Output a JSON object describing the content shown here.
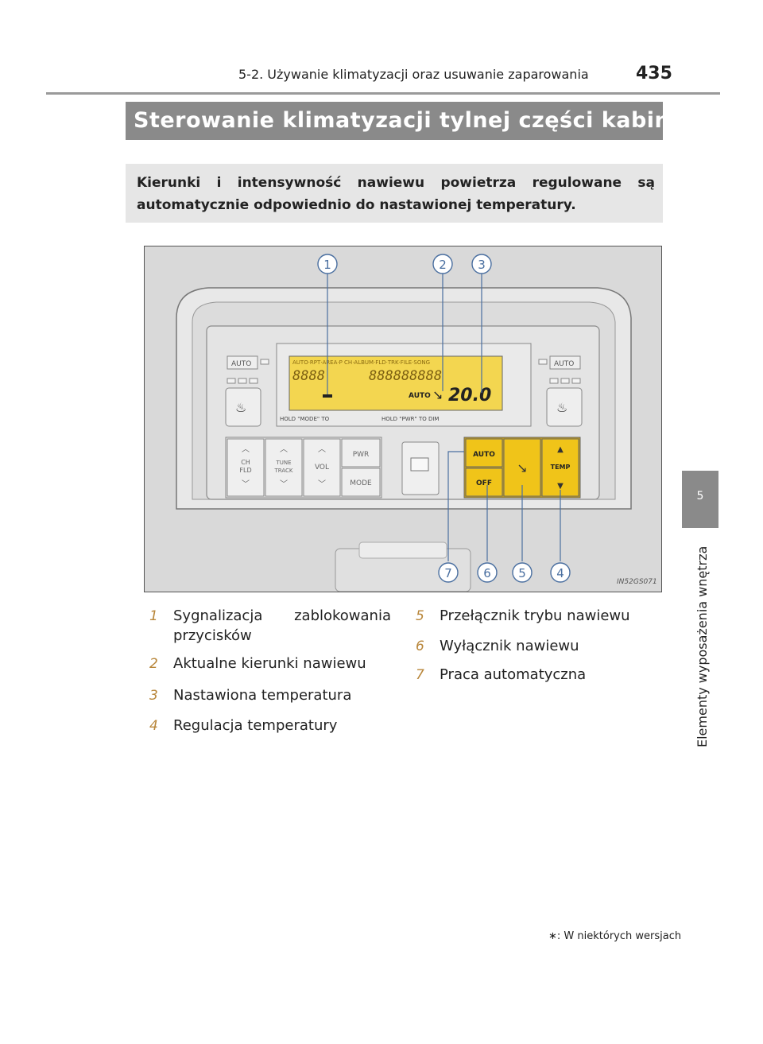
{
  "header": {
    "section": "5-2. Używanie klimatyzacji oraz usuwanie zaparowania",
    "page_number": "435"
  },
  "title": {
    "text": "Sterowanie klimatyzacji tylnej części kabiny",
    "marker": "∗"
  },
  "intro": "Kierunki i intensywność nawiewu powietrza regulowane są automatycznie odpowiednio do nastawionej temperatury.",
  "side_tab": {
    "number": "5",
    "label": "Elementy wyposażenia wnętrza"
  },
  "figure": {
    "id": "IN52GS071",
    "display": {
      "header_row": "AUTO·RPT·AREA·P CH·ALBUM·FLD·TRK·FILE·SONG",
      "seg_left": "8888",
      "seg_right": "888888888",
      "auto": "AUTO",
      "temperature": "20.0",
      "hint_left": "HOLD \"MODE\" TO",
      "hint_right": "HOLD \"PWR\" TO DIM"
    },
    "buttons": {
      "auto_left": "AUTO",
      "auto_right": "AUTO",
      "ch_fld": [
        "CH",
        "FLD"
      ],
      "tune_track": [
        "TUNE",
        "TRACK"
      ],
      "vol": "VOL",
      "pwr": "PWR",
      "mode": "MODE",
      "climate_auto": "AUTO",
      "climate_off": "OFF",
      "temp": "TEMP"
    },
    "callouts": [
      "1",
      "2",
      "3",
      "7",
      "6",
      "5",
      "4"
    ]
  },
  "legend_left": [
    {
      "num": "1",
      "text": "Sygnalizacja zablokowania przycisków"
    },
    {
      "num": "2",
      "text": "Aktualne kierunki nawiewu"
    },
    {
      "num": "3",
      "text": "Nastawiona temperatura"
    },
    {
      "num": "4",
      "text": "Regulacja temperatury"
    }
  ],
  "legend_right": [
    {
      "num": "5",
      "text": "Przełącznik trybu nawiewu"
    },
    {
      "num": "6",
      "text": "Wyłącznik nawiewu"
    },
    {
      "num": "7",
      "text": "Praca automatyczna"
    }
  ],
  "footnote": "∗: W niektórych wersjach",
  "colors": {
    "lcd": "#f3d650",
    "climate_buttons": "#f0c419",
    "badge": "#b8863a",
    "title_bar": "#8a8a8a"
  }
}
